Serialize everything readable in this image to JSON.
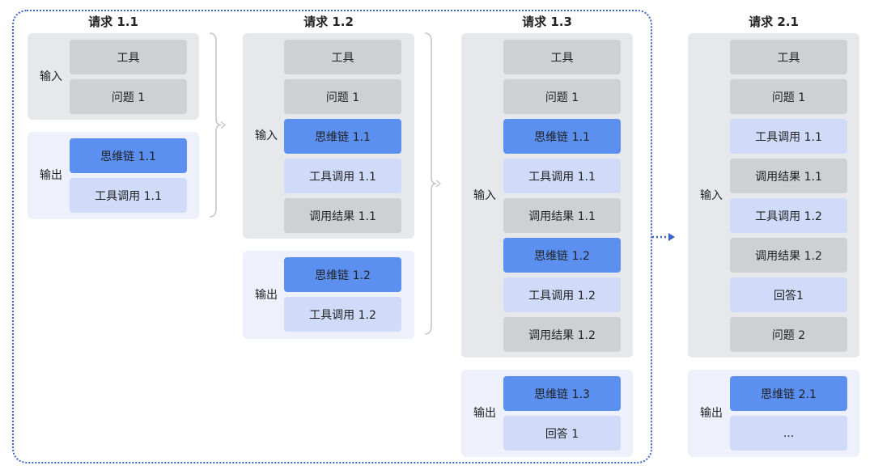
{
  "columns": [
    {
      "title": "请求 1.1",
      "input_label": "输入",
      "output_label": "输出",
      "input": [
        {
          "text": "工具",
          "color": "gray"
        },
        {
          "text": "问题 1",
          "color": "gray"
        }
      ],
      "output": [
        {
          "text": "思维链 1.1",
          "color": "blue"
        },
        {
          "text": "工具调用 1.1",
          "color": "light"
        }
      ]
    },
    {
      "title": "请求 1.2",
      "input_label": "输入",
      "output_label": "输出",
      "input": [
        {
          "text": "工具",
          "color": "gray"
        },
        {
          "text": "问题 1",
          "color": "gray"
        },
        {
          "text": "思维链 1.1",
          "color": "blue"
        },
        {
          "text": "工具调用 1.1",
          "color": "light"
        },
        {
          "text": "调用结果 1.1",
          "color": "gray"
        }
      ],
      "output": [
        {
          "text": "思维链 1.2",
          "color": "blue"
        },
        {
          "text": "工具调用 1.2",
          "color": "light"
        }
      ]
    },
    {
      "title": "请求 1.3",
      "input_label": "输入",
      "output_label": "输出",
      "input": [
        {
          "text": "工具",
          "color": "gray"
        },
        {
          "text": "问题 1",
          "color": "gray"
        },
        {
          "text": "思维链 1.1",
          "color": "blue"
        },
        {
          "text": "工具调用 1.1",
          "color": "light"
        },
        {
          "text": "调用结果 1.1",
          "color": "gray"
        },
        {
          "text": "思维链 1.2",
          "color": "blue"
        },
        {
          "text": "工具调用 1.2",
          "color": "light"
        },
        {
          "text": "调用结果 1.2",
          "color": "gray"
        }
      ],
      "output": [
        {
          "text": "思维链 1.3",
          "color": "blue"
        },
        {
          "text": "回答 1",
          "color": "light"
        }
      ]
    },
    {
      "title": "请求 2.1",
      "input_label": "输入",
      "output_label": "输出",
      "input": [
        {
          "text": "工具",
          "color": "gray"
        },
        {
          "text": "问题 1",
          "color": "gray"
        },
        {
          "text": "工具调用 1.1",
          "color": "light"
        },
        {
          "text": "调用结果 1.1",
          "color": "gray"
        },
        {
          "text": "工具调用 1.2",
          "color": "light"
        },
        {
          "text": "调用结果 1.2",
          "color": "gray"
        },
        {
          "text": "回答1",
          "color": "light"
        },
        {
          "text": "问题 2",
          "color": "gray"
        }
      ],
      "output": [
        {
          "text": "思维链 2.1",
          "color": "blue"
        },
        {
          "text": "...",
          "color": "light"
        }
      ]
    }
  ],
  "colors": {
    "gray": "#cfd0d3",
    "blue": "#5b8ff0",
    "light": "#cfdbf8",
    "frame": "#3a64c8"
  }
}
